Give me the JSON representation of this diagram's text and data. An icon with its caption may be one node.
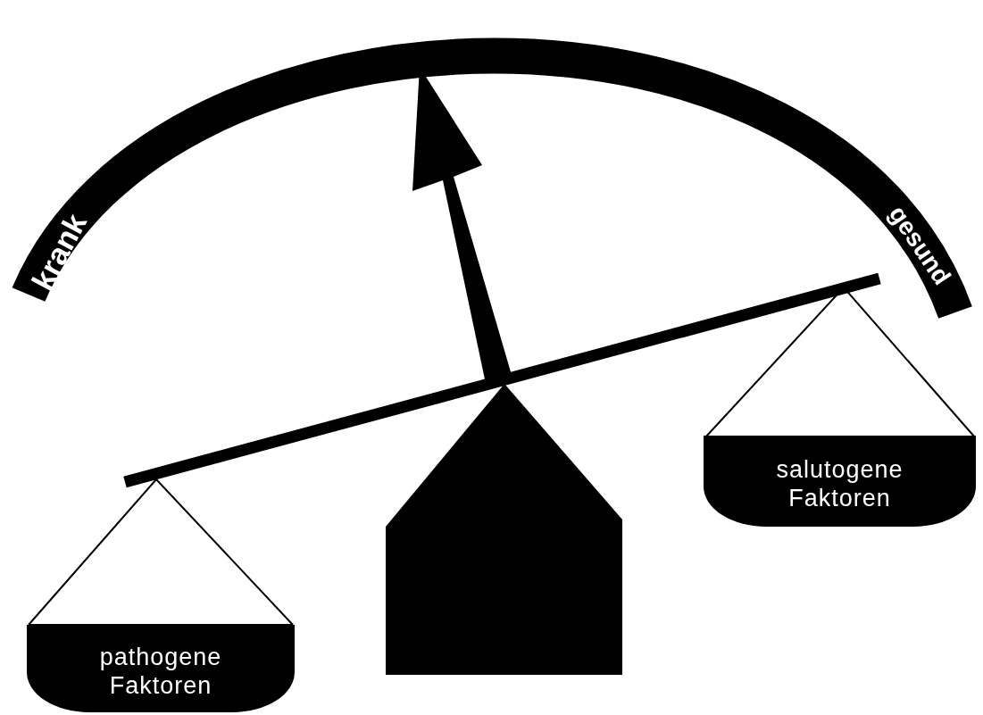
{
  "diagram": {
    "nodes": [
      {
        "text": [
          "pathogene Faktoren"
        ]
      },
      {
        "text": [
          "salutogene Faktoren"
        ]
      }
    ],
    "labels": [
      "krank",
      "gesund"
    ]
  }
}
